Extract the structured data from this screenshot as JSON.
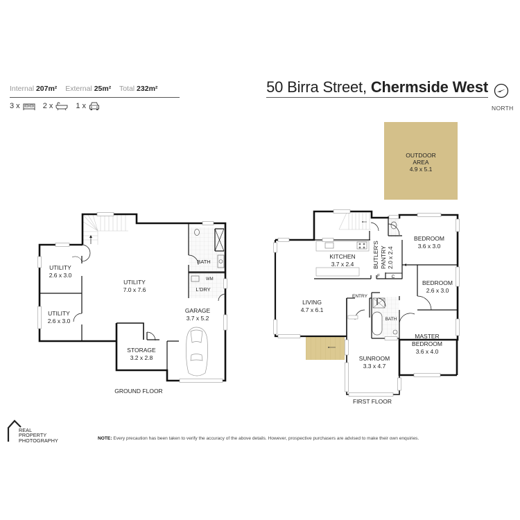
{
  "header": {
    "stats": [
      {
        "label": "Internal",
        "value": "207m²"
      },
      {
        "label": "External",
        "value": "25m²"
      },
      {
        "label": "Total",
        "value": "232m²"
      }
    ],
    "features": [
      {
        "count": "3 x",
        "icon": "bed-icon"
      },
      {
        "count": "2 x",
        "icon": "bath-icon"
      },
      {
        "count": "1 x",
        "icon": "car-icon"
      }
    ],
    "address_street": "50 Birra Street,",
    "address_suburb": "Chermside West",
    "north_label": "NORTH"
  },
  "colors": {
    "outdoor_area": "#d4c08a",
    "deck": "#d9c78e",
    "wall": "#111111",
    "window": "#cccccc",
    "tile": "#e6e6e6"
  },
  "ground_floor": {
    "label": "GROUND FLOOR",
    "rooms": [
      {
        "name": "UTILITY",
        "size": "2.6 x 3.0"
      },
      {
        "name": "UTILITY",
        "size": "2.6 x 3.0"
      },
      {
        "name": "UTILITY",
        "size": "7.0 x 7.6"
      },
      {
        "name": "BATH",
        "size": ""
      },
      {
        "name": "WM",
        "size": ""
      },
      {
        "name": "L'DRY",
        "size": ""
      },
      {
        "name": "GARAGE",
        "size": "3.7 x 5.2"
      },
      {
        "name": "STORAGE",
        "size": "3.2 x 2.8"
      }
    ]
  },
  "first_floor": {
    "label": "FIRST FLOOR",
    "rooms": [
      {
        "name": "OUTDOOR",
        "name2": "AREA",
        "size": "4.9 x 5.1"
      },
      {
        "name": "KITCHEN",
        "size": "3.7 x 2.4"
      },
      {
        "name": "BUTLER'S",
        "name2": "PANTRY",
        "size": "2.0 x 2.4"
      },
      {
        "name": "BEDROOM",
        "size": "3.6 x 3.0"
      },
      {
        "name": "BEDROOM",
        "size": "2.6 x 3.0"
      },
      {
        "name": "LIVING",
        "size": "4.7 x 6.1"
      },
      {
        "name": "ENTRY",
        "size": ""
      },
      {
        "name": "BATH",
        "size": ""
      },
      {
        "name": "MASTER",
        "name2": "BEDROOM",
        "size": "3.6 x 4.0"
      },
      {
        "name": "SUNROOM",
        "size": "3.3 x 4.7"
      },
      {
        "name": "F",
        "size": ""
      },
      {
        "name": "C",
        "size": ""
      }
    ]
  },
  "footer": {
    "logo_lines": [
      "REAL",
      "PROPERTY",
      "PHOTOGRAPHY"
    ],
    "note_label": "NOTE:",
    "note_text": "Every precaution has been taken to verify the accuracy of the above details. However, prospective purchasers are advised to make their own enquiries."
  }
}
